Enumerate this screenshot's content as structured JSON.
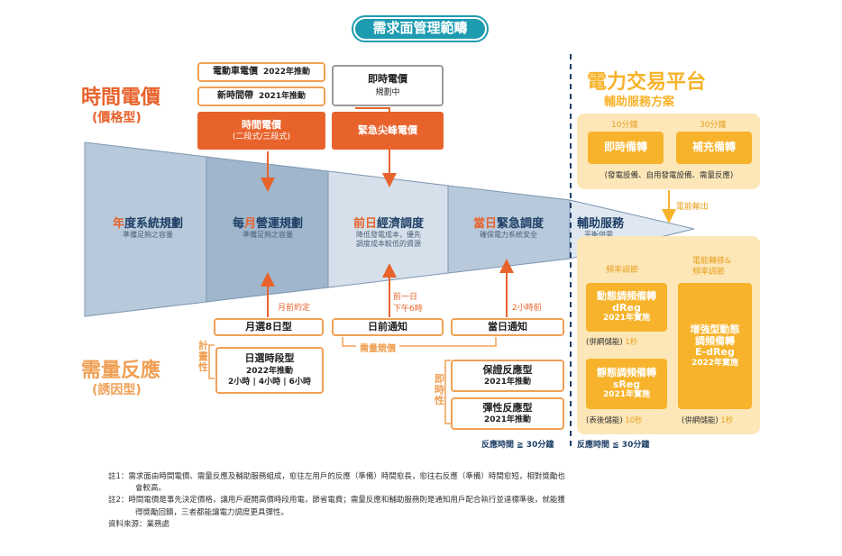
{
  "title": "需求面管理範疇",
  "left": {
    "time_price": {
      "title": "時間電價",
      "sub": "(價格型)"
    },
    "demand_response": {
      "title": "需量反應",
      "sub": "(誘因型)"
    }
  },
  "top": {
    "ev_price": {
      "name": "電動車電價",
      "year": "2022年推動"
    },
    "new_period": {
      "name": "新時間帶",
      "year": "2021年推動"
    },
    "realtime_price": {
      "name": "即時電價",
      "status": "規劃中"
    },
    "tou_price": {
      "name": "時間電價",
      "sub": "(二段式/三段式)"
    },
    "peak_price": {
      "name": "緊急尖峰電價"
    }
  },
  "stages": [
    {
      "hl": "年",
      "rest": "度系統規劃",
      "sub": "準備足夠之容量"
    },
    {
      "pre": "每",
      "hl": "月",
      "rest": "營運規劃",
      "sub": "準備足夠之容量"
    },
    {
      "hl": "前日",
      "rest": "經濟調度",
      "sub1": "降低發電成本，優先",
      "sub2": "調度成本較低的資源"
    },
    {
      "hl": "當日",
      "rest": "緊急調度",
      "sub": "確保電力系統安全"
    },
    {
      "rest": "輔助服務",
      "sub": "平衡供需"
    }
  ],
  "bottom": {
    "month_label": "月前約定",
    "day_before_label1": "前一日",
    "day_before_label2": "下午6時",
    "two_hours_label": "2小時前",
    "monthly_8": "月選8日型",
    "day_ahead": "日前通知",
    "same_day": "當日通知",
    "bidding": "需量競價",
    "planned_vertical": "計畫性",
    "daily_period": {
      "name": "日選時段型",
      "year": "2022年推動",
      "hours": "2小時 | 4小時 | 6小時"
    },
    "immediate_vertical": "即時性",
    "reliability": {
      "name": "保證反應型",
      "year": "2021年推動"
    },
    "elastic": {
      "name": "彈性反應型",
      "year": "2021年推動"
    },
    "response_time": "反應時間 ≧ 30分鐘"
  },
  "platform": {
    "title": "電力交易平台",
    "subtitle": "輔助服務方案",
    "top": {
      "left_time": "10分鐘",
      "right_time": "30分鐘",
      "spinning": "即時備轉",
      "supplemental": "補充備轉",
      "sources": "(發電設備、自用發電設備、需量反應)",
      "power_output": "電能輸出"
    },
    "freq_reg": "頻率調節",
    "shift_reg": "電能轉移&",
    "shift_reg2": "頻率調節",
    "dreg": {
      "name": "動態調頻備轉",
      "code": "dReg",
      "year": "2021年實施",
      "cond": "(併網儲能)",
      "time": "1秒"
    },
    "sreg": {
      "name": "靜態調頻備轉",
      "code": "sReg",
      "year": "2021年實施",
      "cond": "(表後儲能)",
      "time": "10秒"
    },
    "edreg": {
      "name1": "增強型動態",
      "name2": "調頻備轉",
      "code": "E-dReg",
      "year": "2022年實施",
      "cond": "(併網儲能)",
      "time": "1秒"
    },
    "response_time": "反應時間 ≦ 30分鐘"
  },
  "notes": {
    "n1a": "註1：需求面由時間電價、需量反應及輔助服務組成，愈往左用戶的反應（準備）時間愈長，愈往右反應（準備）時間愈短，相對獎勵也",
    "n1b": "會較高。",
    "n2a": "註2：時間電價是事先決定價格，讓用戶避開高價時段用電，節省電費；需量反應和輔助服務則是通知用戶配合執行並達標準後，就能獲",
    "n2b": "得獎勵回饋，三者都能讓電力調度更具彈性。",
    "source": "資料來源：業務處"
  },
  "colors": {
    "orange": "#e8632c",
    "yellow": "#f7b32b",
    "navy": "#1f3f66",
    "teal": "#1d9bb0"
  }
}
